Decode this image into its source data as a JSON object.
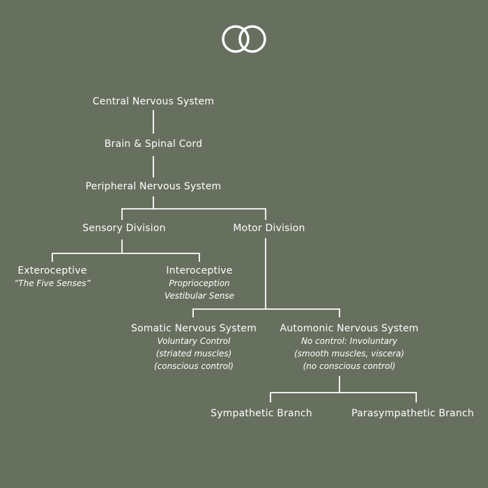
{
  "accent_color": "#ffffff",
  "background_color": "#67705f",
  "logo": {
    "icon": "interlocking-rings-icon"
  },
  "nodes": {
    "cns": {
      "title": "Central Nervous System"
    },
    "brain": {
      "title": "Brain & Spinal Cord"
    },
    "pns": {
      "title": "Peripheral Nervous System"
    },
    "sensory": {
      "title": "Sensory Division"
    },
    "motor": {
      "title": "Motor Division"
    },
    "extero": {
      "title": "Exteroceptive",
      "sub1": "“The Five Senses”"
    },
    "intero": {
      "title": "Interoceptive",
      "sub1": "Proprioception",
      "sub2": "Vestibular Sense"
    },
    "somatic": {
      "title": "Somatic Nervous System",
      "sub1": "Voluntary Control",
      "sub2": "(striated muscles)",
      "sub3": "(conscious control)"
    },
    "autonomic": {
      "title": "Automonic Nervous System",
      "sub1": "No control: Involuntary",
      "sub2": "(smooth muscles, viscera)",
      "sub3": "(no conscious control)"
    },
    "sympathetic": {
      "title": "Sympathetic Branch"
    },
    "parasympathetic": {
      "title": "Parasympathetic Branch"
    }
  }
}
